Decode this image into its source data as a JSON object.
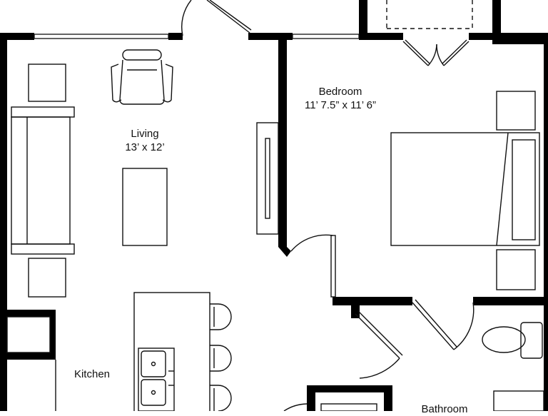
{
  "rooms": {
    "living": {
      "name": "Living",
      "dimensions": "13’ x 12’"
    },
    "bedroom": {
      "name": "Bedroom",
      "dimensions": "11’ 7.5” x 11’ 6”"
    },
    "kitchen": {
      "name": "Kitchen"
    },
    "bathroom": {
      "name": "Bathroom"
    }
  },
  "colors": {
    "wall": "#000000",
    "line": "#111111",
    "background": "#ffffff"
  }
}
